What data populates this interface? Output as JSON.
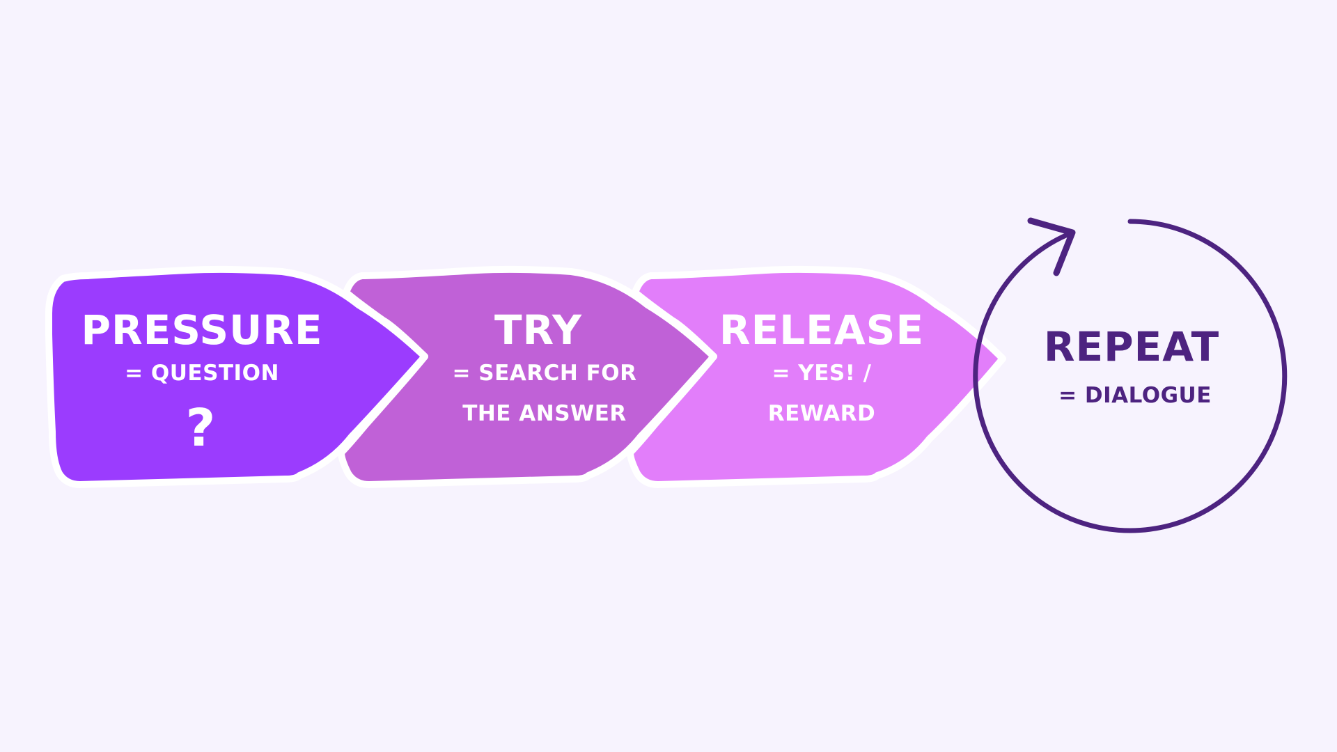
{
  "colors": {
    "background": "#f7f3fe",
    "step1_fill": "#9b3cfe",
    "step2_fill": "#c061d7",
    "step3_fill": "#e27efa",
    "outline": "#ffffff",
    "cycle_stroke": "#4d2380",
    "white_text": "#ffffff",
    "dark_text": "#4d2380"
  },
  "steps": [
    {
      "title": "PRESSURE",
      "subtitle_lines": [
        "= QUESTION"
      ],
      "symbol": "?"
    },
    {
      "title": "TRY",
      "subtitle_lines": [
        "= SEARCH FOR",
        "THE ANSWER"
      ]
    },
    {
      "title": "RELEASE",
      "subtitle_lines": [
        "= YES! /",
        "REWARD"
      ]
    }
  ],
  "cycle": {
    "title": "REPEAT",
    "subtitle": "= DIALOGUE",
    "icon": "circular-arrow-icon"
  }
}
